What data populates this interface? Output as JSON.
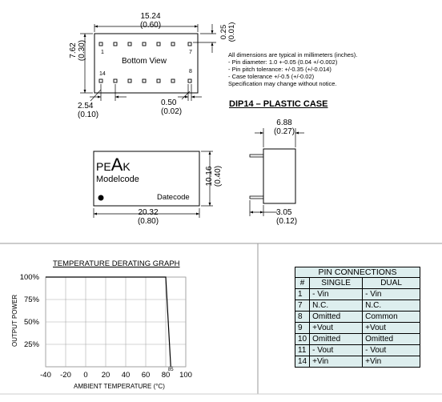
{
  "top_drawing": {
    "width_mm": "15.24",
    "width_in": "(0.60)",
    "height_mm": "7.62",
    "height_in": "(0.30)",
    "pin_offset_mm": "0.25",
    "pin_offset_in": "(0.01)",
    "pin_label_1": "1",
    "pin_label_7": "7",
    "pin_label_14": "14",
    "pin_label_8": "8",
    "view_label": "Bottom View",
    "pitch_mm": "2.54",
    "pitch_in": "(0.10)",
    "pin_dia_mm": "0.50",
    "pin_dia_in": "(0.02)"
  },
  "notes": {
    "line1": "All dimensions are typical in millimeters (inches).",
    "line2": "- Pin diameter: 1.0 +-0.05 (0.04 +/-0.002)",
    "line3": "- Pin pitch tolerance: +/-0.35 (+/-0.014)",
    "line4": "- Case tolerance +/-0.5 (+/-0.02)",
    "line5": "Specification may change without notice."
  },
  "case_title": "DIP14 – PLASTIC CASE",
  "front_drawing": {
    "brand_pe": "PE",
    "brand_a": "A",
    "brand_k": "K",
    "modelcode": "Modelcode",
    "datecode": "Datecode",
    "width_mm": "20.32",
    "width_in": "(0.80)",
    "height_mm": "10.16",
    "height_in": "(0.40)"
  },
  "side_drawing": {
    "depth_mm": "6.88",
    "depth_in": "(0.27)",
    "lead_mm": "3.05",
    "lead_in": "(0.12)"
  },
  "graph": {
    "title": "TEMPERATURE DERATING GRAPH",
    "xlabel": "AMBIENT TEMPERATURE (°C)",
    "ylabel": "OUTPUT POWER",
    "marker_85": "85"
  },
  "chart_data": {
    "type": "line",
    "title": "TEMPERATURE DERATING GRAPH",
    "xlabel": "AMBIENT TEMPERATURE (°C)",
    "ylabel": "OUTPUT POWER",
    "x_ticks": [
      "-40",
      "-20",
      "0",
      "20",
      "40",
      "60",
      "80",
      "100"
    ],
    "y_ticks": [
      "25%",
      "50%",
      "75%",
      "100%"
    ],
    "xlim": [
      -40,
      100
    ],
    "ylim": [
      0,
      100
    ],
    "grid": true,
    "series": [
      {
        "x": [
          -40,
          80,
          85
        ],
        "y": [
          100,
          100,
          0
        ]
      }
    ]
  },
  "pin_table": {
    "title": "PIN CONNECTIONS",
    "headers": [
      "#",
      "SINGLE",
      "DUAL"
    ],
    "rows": [
      [
        "1",
        "- Vin",
        "- Vin"
      ],
      [
        "7",
        "N.C.",
        "N.C."
      ],
      [
        "8",
        "Omitted",
        "Common"
      ],
      [
        "9",
        "+Vout",
        "+Vout"
      ],
      [
        "10",
        "Omitted",
        "Omitted"
      ],
      [
        "11",
        "- Vout",
        "- Vout"
      ],
      [
        "14",
        "+Vin",
        "+Vin"
      ]
    ]
  }
}
